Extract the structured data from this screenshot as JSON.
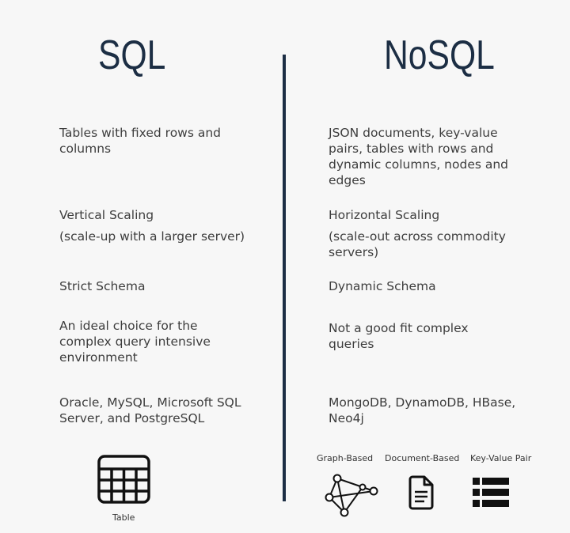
{
  "left": {
    "title": "SQL",
    "rows": [
      {
        "text": "Tables with fixed rows and columns"
      },
      {
        "text": "Vertical Scaling",
        "sub": "(scale-up with a larger server)"
      },
      {
        "text": "Strict Schema"
      },
      {
        "text": "An ideal choice for the complex query intensive environment"
      },
      {
        "text": "Oracle, MySQL, Microsoft SQL Server, and PostgreSQL"
      }
    ],
    "icons": [
      {
        "name": "table-icon",
        "label": "Table"
      }
    ]
  },
  "right": {
    "title": "NoSQL",
    "rows": [
      {
        "text": "JSON documents, key-value pairs, tables with rows and dynamic columns, nodes and edges"
      },
      {
        "text": "Horizontal Scaling",
        "sub": "(scale-out across commodity servers)"
      },
      {
        "text": "Dynamic Schema"
      },
      {
        "text": "Not a good fit complex queries"
      },
      {
        "text": "MongoDB, DynamoDB, HBase, Neo4j"
      }
    ],
    "icons": [
      {
        "name": "graph-icon",
        "label": "Graph-Based"
      },
      {
        "name": "document-icon",
        "label": "Document-Based"
      },
      {
        "name": "key-value-icon",
        "label": "Key-Value Pair"
      }
    ]
  },
  "colors": {
    "heading": "#1c2e44",
    "divider": "#1c2e44",
    "text": "#3d3d3d",
    "background": "#f7f7f7"
  }
}
